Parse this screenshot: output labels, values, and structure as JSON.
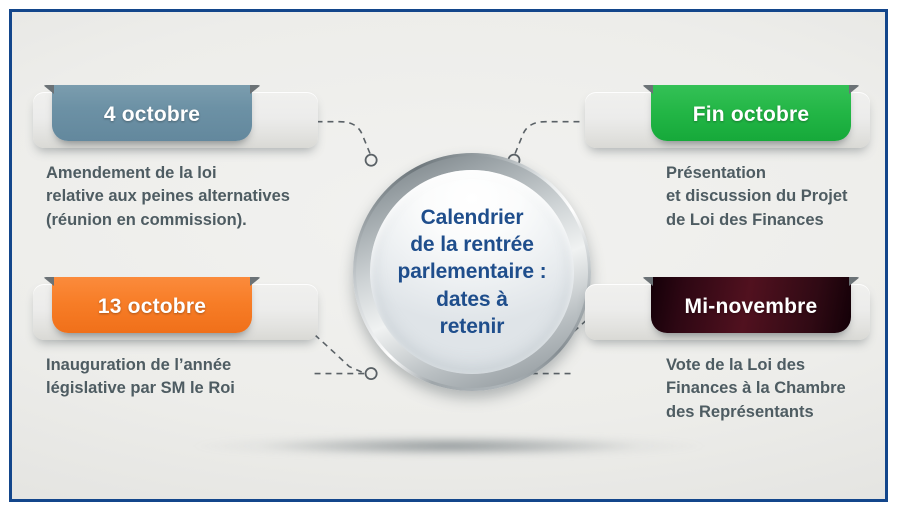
{
  "frame": {
    "border_color": "#13468b",
    "background_color": "#ececea"
  },
  "center": {
    "title": "Calendrier\nde la rentrée\nparlementaire :\ndates à\nretenir",
    "text_color": "#1f4e8c"
  },
  "nodes": [
    {
      "id": "oct4",
      "side": "left",
      "tab_label": "4 octobre",
      "tab_color": "#6c91a5",
      "description": "Amendement de la loi\nrelative aux peines alternatives\n(réunion en commission)."
    },
    {
      "id": "finoct",
      "side": "right",
      "tab_label": "Fin octobre",
      "tab_color": "#23b646",
      "description": "Présentation\net discussion du Projet\nde Loi des Finances"
    },
    {
      "id": "oct13",
      "side": "left",
      "tab_label": "13 octobre",
      "tab_color": "#f77d27",
      "description": "Inauguration de l’année\nlégislative par SM le Roi"
    },
    {
      "id": "minov",
      "side": "right",
      "tab_label": "Mi-novembre",
      "tab_color": "#51111f",
      "description": "Vote de la Loi des\nFinances à la Chambre\ndes Représentants"
    }
  ],
  "connectors": {
    "line_color": "#5a6166",
    "node_marker_color": "#5a6166",
    "style": "dashed"
  }
}
